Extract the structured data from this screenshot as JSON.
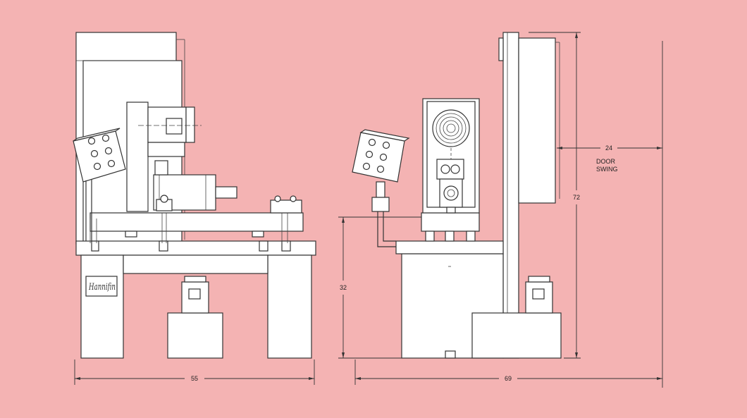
{
  "dimensions": {
    "front_width": "55",
    "overall_width": "69",
    "table_height": "32",
    "overall_height": "72",
    "door_clearance": "24",
    "door_swing_line1": "DOOR",
    "door_swing_line2": "SWING"
  },
  "brand": {
    "logo_text": "Hannifin"
  },
  "colors": {
    "background": "#f4b3b3",
    "line": "#333333",
    "fill": "#ffffff"
  }
}
